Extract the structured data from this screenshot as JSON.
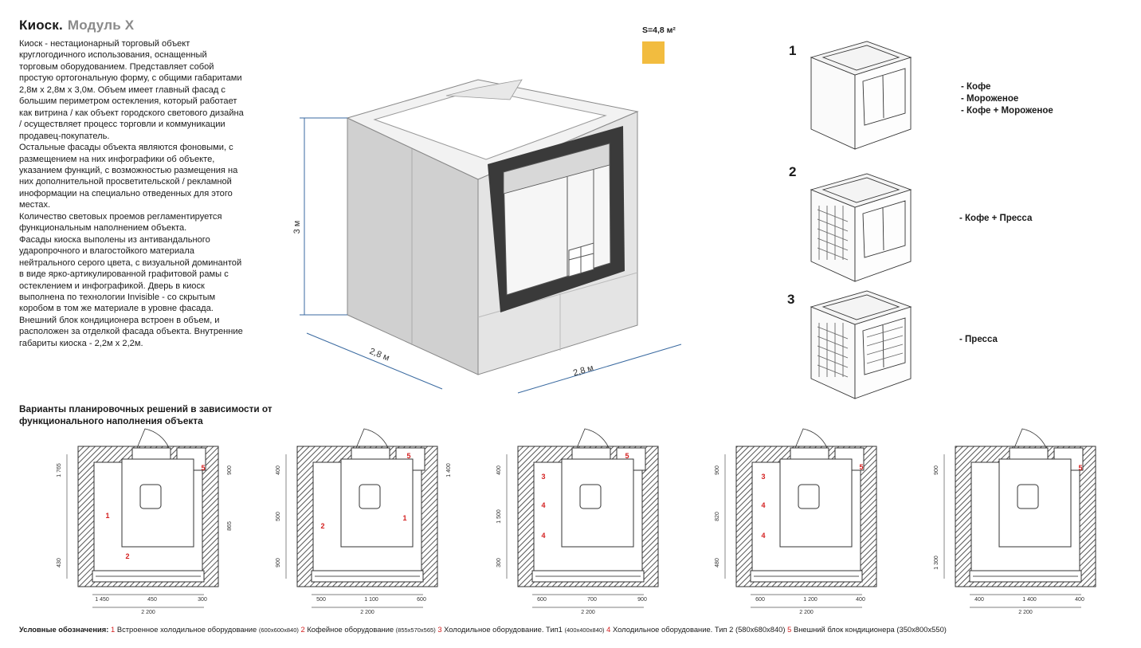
{
  "header": {
    "title": "Киоск.",
    "subtitle": "Модуль Х"
  },
  "description": [
    "Киоск - нестационарный торговый объект круглогодичного использования, оснащенный торговым оборудованием. Представляет собой простую ортогональную форму, с общими габаритами 2,8м х 2,8м х 3,0м. Объем имеет главный фасад с большим периметром остекления, который работает как витрина / как объект городского светового дизайна / осуществляет процесс торговли и коммуникации продавец-покупатель.",
    "Остальные фасады объекта являются фоновыми, с размещением на них инфографики об объекте, указанием функций, с возможностью размещения на них дополнительной просветительской / рекламной иноформации на специально отведенных для этого местах.",
    "Количество световых проемов регламентируется функциональным наполнением объекта.",
    "Фасады киоска выполены из антивандального ударопрочного и влагостойкого материала нейтрального серого цвета, с визуальной доминантой в виде ярко-артикулированной графитовой рамы с остеклением и инфографикой. Дверь в киоск выполнена по технологии Invisible - со скрытым коробом в том же материале в уровне фасада. Внешний блок кондиционера встроен в объем, и расположен за отделкой фасада объекта. Внутренние габариты киоска - 2,2м х 2,2м."
  ],
  "area": {
    "label": "S=4,8 м²",
    "color": "#f2bc3f"
  },
  "main_view": {
    "height_label": "3 м",
    "width_left": "2,8 м",
    "width_right": "2,8 м"
  },
  "variants": [
    {
      "number": "1",
      "items": [
        "- Кофе",
        "- Мороженое",
        "- Кофе + Мороженое"
      ]
    },
    {
      "number": "2",
      "items": [
        "- Кофе + Пресса"
      ]
    },
    {
      "number": "3",
      "items": [
        "- Пресса"
      ]
    }
  ],
  "plans_heading": "Варианты планировочных решений в зависимости от функционального наполнения объекта",
  "plans": [
    {
      "left_dims": [
        "1 765",
        "430"
      ],
      "right_dims": [
        "900",
        "865"
      ],
      "bottom_dims": [
        "1 450",
        "450",
        "300"
      ],
      "total": "2 200",
      "markers": [
        "1",
        "2",
        "5"
      ]
    },
    {
      "left_dims": [
        "400",
        "500",
        "900"
      ],
      "right_dims": [
        "1 400"
      ],
      "bottom_dims": [
        "500",
        "1 100",
        "600"
      ],
      "total": "2 200",
      "markers": [
        "1",
        "2",
        "5"
      ]
    },
    {
      "left_dims": [
        "400",
        "1 500",
        "300"
      ],
      "right_dims": [],
      "bottom_dims": [
        "600",
        "700",
        "900"
      ],
      "total": "2 200",
      "markers": [
        "3",
        "4",
        "4",
        "5"
      ]
    },
    {
      "left_dims": [
        "900",
        "820",
        "480"
      ],
      "right_dims": [],
      "bottom_dims": [
        "600",
        "1 200",
        "400"
      ],
      "total": "2 200",
      "markers": [
        "3",
        "4",
        "4",
        "5"
      ]
    },
    {
      "left_dims": [
        "900",
        "1 300"
      ],
      "right_dims": [],
      "bottom_dims": [
        "400",
        "1 400",
        "400"
      ],
      "total": "2 200",
      "markers": [
        "5"
      ]
    }
  ],
  "legend": {
    "prefix": "Условные обозначения:",
    "entries": [
      {
        "num": "1",
        "text": "Встроенное холодильное оборудование",
        "dim": "(600х600х840)"
      },
      {
        "num": "2",
        "text": "Кофейное оборудование",
        "dim": "(855х570х565)"
      },
      {
        "num": "3",
        "text": "Холодильное оборудование. Тип1",
        "dim": "(400х400х840)"
      },
      {
        "num": "4",
        "text": "Холодильное оборудование. Тип 2",
        "dim": "(580х680х840)"
      },
      {
        "num": "5",
        "text": "Внешний блок кондиционера",
        "dim": "(350х800х550)"
      }
    ]
  },
  "colors": {
    "frame": "#3a3a3a",
    "facade": "#d9d9d9",
    "accent_red": "#d42020"
  }
}
